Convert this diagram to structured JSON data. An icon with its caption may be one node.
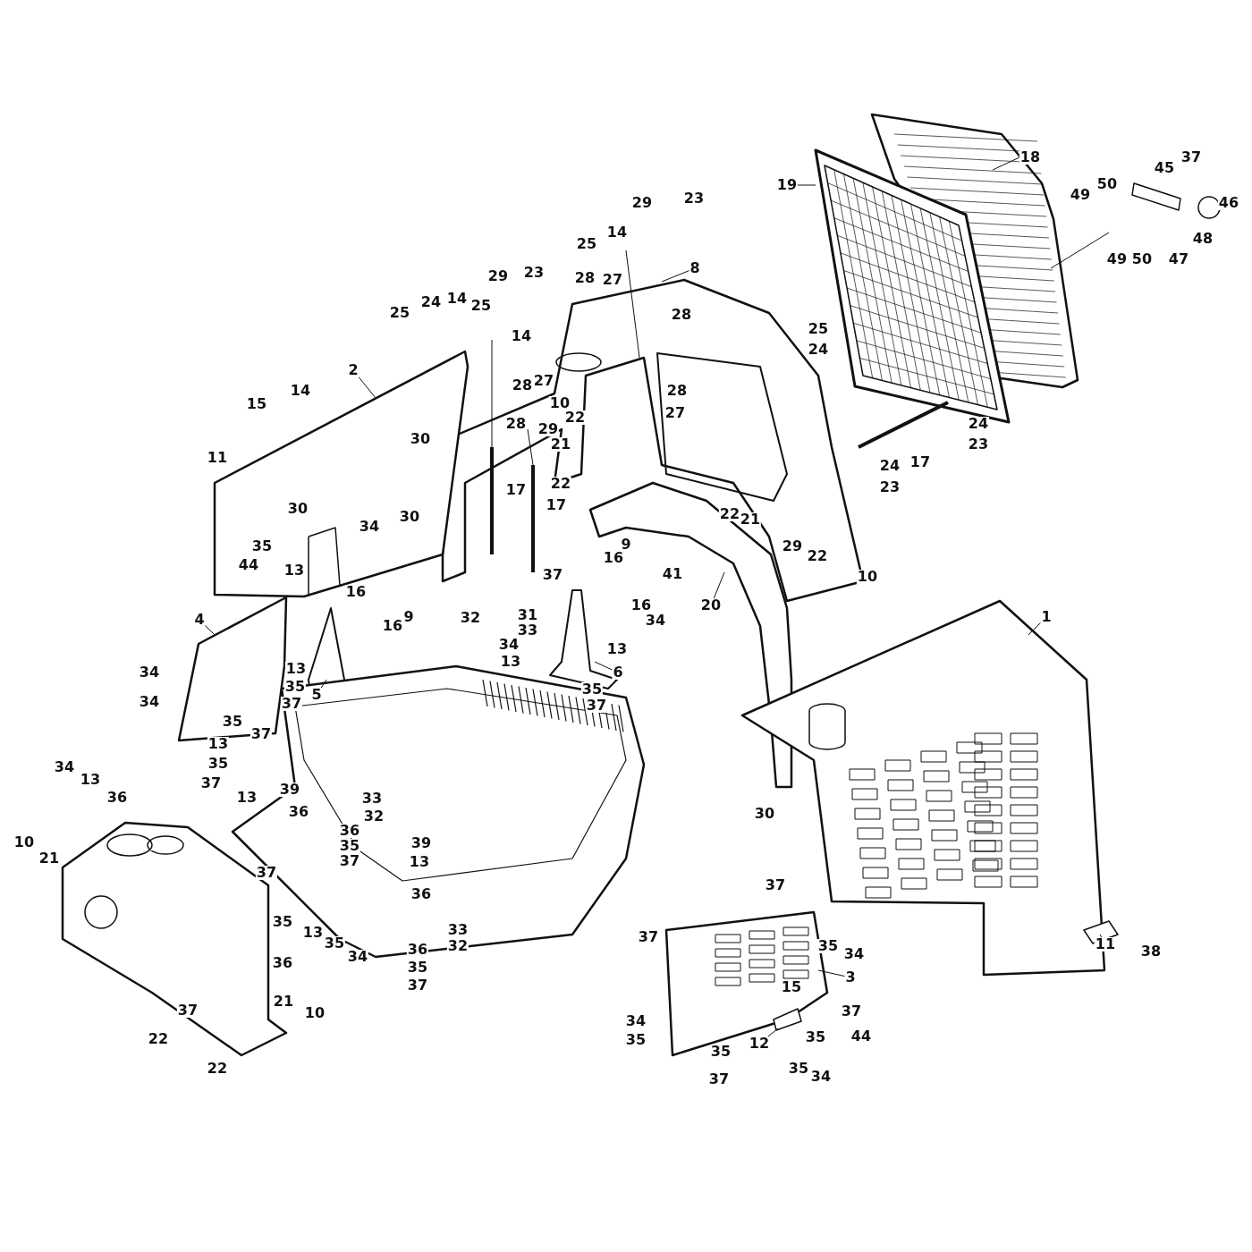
{
  "diagram": {
    "labels": [
      "18",
      "45",
      "37",
      "29",
      "23",
      "19",
      "49",
      "50",
      "46",
      "49",
      "50",
      "47",
      "48",
      "14",
      "25",
      "8",
      "29",
      "23",
      "28",
      "27",
      "24",
      "14",
      "25",
      "14",
      "25",
      "28",
      "25",
      "24",
      "2",
      "14",
      "28",
      "27",
      "10",
      "28",
      "27",
      "15",
      "28",
      "29",
      "22",
      "24",
      "23",
      "30",
      "21",
      "11",
      "17",
      "22",
      "24",
      "17",
      "23",
      "17",
      "30",
      "30",
      "34",
      "22",
      "21",
      "35",
      "29",
      "22",
      "9",
      "16",
      "44",
      "13",
      "37",
      "41",
      "10",
      "16",
      "4",
      "16",
      "9",
      "32",
      "31",
      "16",
      "20",
      "1",
      "33",
      "34",
      "34",
      "13",
      "13",
      "13",
      "34",
      "35",
      "6",
      "5",
      "37",
      "35",
      "34",
      "37",
      "35",
      "37",
      "13",
      "35",
      "37",
      "34",
      "13",
      "36",
      "13",
      "39",
      "33",
      "36",
      "32",
      "30",
      "36",
      "10",
      "35",
      "21",
      "37",
      "39",
      "13",
      "36",
      "37",
      "11",
      "38",
      "37",
      "37",
      "35",
      "33",
      "35",
      "34",
      "13",
      "35",
      "32",
      "3",
      "34",
      "36",
      "36",
      "35",
      "37",
      "15",
      "37",
      "21",
      "10",
      "37",
      "34",
      "22",
      "35",
      "35",
      "12",
      "35",
      "44",
      "22",
      "37",
      "35",
      "34"
    ]
  }
}
